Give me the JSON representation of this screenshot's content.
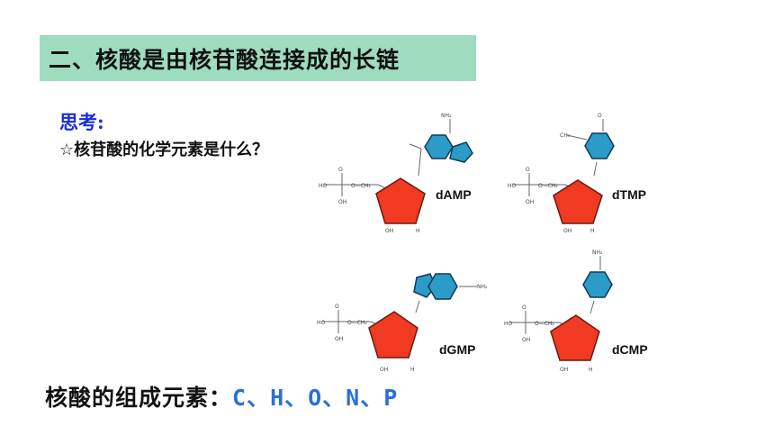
{
  "heading": "二、核酸是由核苷酸连接成的长链",
  "think_label": "思考:",
  "question": "☆核苷酸的化学元素是什么？",
  "molecules": [
    {
      "label": "dAMP"
    },
    {
      "label": "dTMP"
    },
    {
      "label": "dGMP"
    },
    {
      "label": "dCMP"
    }
  ],
  "conclusion_label": "核酸的组成元素：",
  "conclusion_values": "C、H、O、N、P",
  "colors": {
    "banner": "#9edcbf",
    "think": "#1a2fd6",
    "values": "#2a6fd9",
    "sugar": "#f03a22",
    "base": "#2b9bc8"
  }
}
